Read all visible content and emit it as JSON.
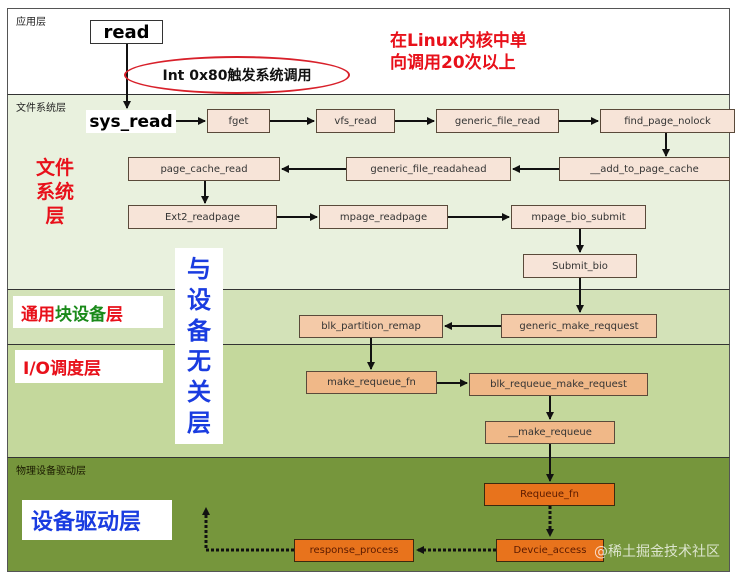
{
  "layers": {
    "app": {
      "label": "应用层"
    },
    "fs": {
      "label": "文件系统层"
    },
    "physical": {
      "label": "物理设备驱动层"
    }
  },
  "annotations": {
    "syscall": "Int 0x80触发系统调用",
    "note_line1": "在Linux内核中单",
    "note_line2": "向调用20次以上",
    "fs_layer_big": [
      "文",
      "件",
      "系",
      "统",
      "层"
    ],
    "generic_block": [
      {
        "text": "通用",
        "color": "#e8101a"
      },
      {
        "text": "块设备",
        "color": "#1a8a1a"
      },
      {
        "text": "层",
        "color": "#e8101a"
      }
    ],
    "io_scheduler": "I/O调度层",
    "device_independent": [
      "与",
      "设",
      "备",
      "无",
      "关",
      "层"
    ],
    "device_driver": "设备驱动层",
    "watermark": "@稀土掘金技术社区"
  },
  "colors": {
    "app_bg": "#ffffff",
    "fs_bg": "#e9f1de",
    "generic_bg": "#d3e2b8",
    "io_bg": "#c4d89c",
    "phys_bg": "#76963c",
    "accent_red": "#e8101a",
    "accent_blue": "#1a3ce0"
  },
  "nodes": {
    "read": "read",
    "sys_read": "sys_read",
    "fget": "fget",
    "vfs_read": "vfs_read",
    "generic_file_read": "generic_file_read",
    "find_page_nolock": "find_page_nolock",
    "page_cache_read": "page_cache_read",
    "generic_file_readahead": "generic_file_readahead",
    "add_to_page_cache": "__add_to_page_cache",
    "ext2_readpage": "Ext2_readpage",
    "mpage_readpage": "mpage_readpage",
    "mpage_bio_submit": "mpage_bio_submit",
    "submit_bio": "Submit_bio",
    "blk_partition_remap": "blk_partition_remap",
    "generic_make_reqquest": "generic_make_reqquest",
    "make_requeue_fn": "make_requeue_fn",
    "blk_requeue_make_request": "blk_requeue_make_request",
    "make_requeue": "__make_requeue",
    "requeue_fn": "Requeue_fn",
    "devcie_access": "Devcie_access",
    "response_process": "response_process"
  }
}
